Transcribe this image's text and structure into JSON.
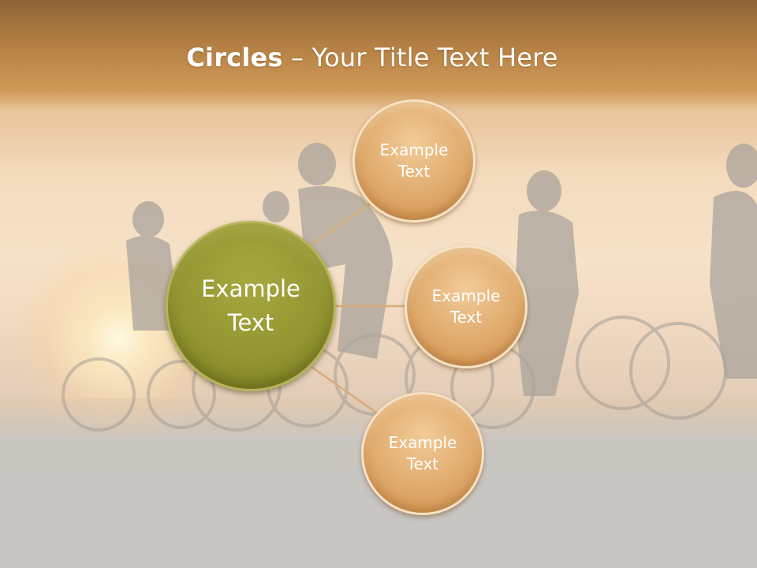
{
  "title": {
    "bold": "Circles",
    "rest": " – Your Title Text Here"
  },
  "center": {
    "line1": "Example",
    "line2": "Text"
  },
  "nodes": [
    {
      "line1": "Example",
      "line2": "Text"
    },
    {
      "line1": "Example",
      "line2": "Text"
    },
    {
      "line1": "Example",
      "line2": "Text"
    }
  ],
  "colors": {
    "center_fill": "#949631",
    "node_fill": "#e0aa6c",
    "connector": "#d8ac78",
    "title_text": "#ffffff"
  }
}
